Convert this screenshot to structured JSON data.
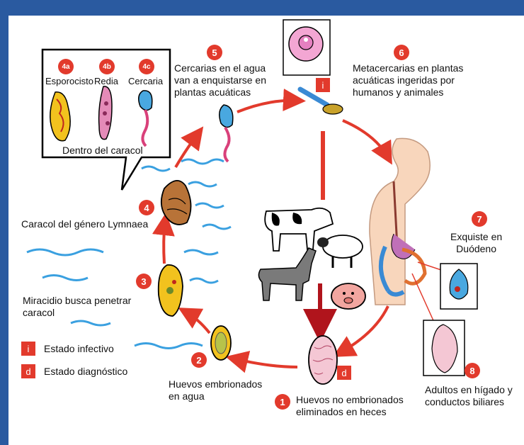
{
  "colors": {
    "accent": "#e23a2c",
    "frame": "#2a5aa0",
    "water": "#3aa0e0"
  },
  "inset": {
    "caption": "Dentro del caracol",
    "stages": [
      {
        "badge": "4a",
        "label": "Esporocisto"
      },
      {
        "badge": "4b",
        "label": "Redia"
      },
      {
        "badge": "4c",
        "label": "Cercaria"
      }
    ]
  },
  "steps": {
    "s1": {
      "badge": "1",
      "label": "Huevos no embrionados\neliminados en heces"
    },
    "s2": {
      "badge": "2",
      "label": "Huevos embrionados\nen agua"
    },
    "s3": {
      "badge": "3",
      "label": "Miracidio busca penetrar\ncaracol"
    },
    "s4": {
      "badge": "4",
      "label": "Caracol del género Lymnaea"
    },
    "s5": {
      "badge": "5",
      "label": "Cercarias en el agua\nvan a enquistarse en\nplantas acuáticas"
    },
    "s6": {
      "badge": "6",
      "label": "Metacercarias en plantas\nacuáticas ingeridas por\nhumanos y animales"
    },
    "s7": {
      "badge": "7",
      "label": "Exquiste en\nDuódeno"
    },
    "s8": {
      "badge": "8",
      "label": "Adultos en hígado y\nconductos biliares"
    }
  },
  "markers": {
    "infective": "i",
    "diagnostic": "d"
  },
  "legend": [
    {
      "marker": "i",
      "label": "Estado infectivo"
    },
    {
      "marker": "d",
      "label": "Estado diagnóstico"
    }
  ]
}
